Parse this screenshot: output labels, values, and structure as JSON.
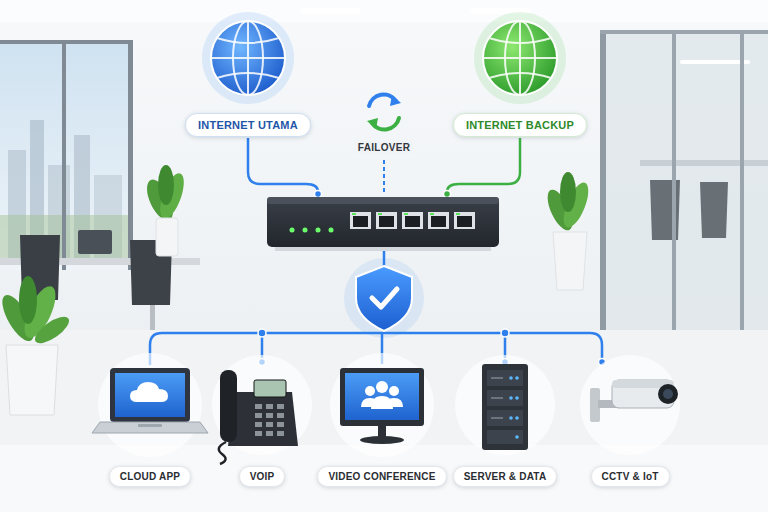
{
  "diagram": {
    "nodes": [
      {
        "text": [
          "INTERNET UTAMA"
        ]
      },
      {
        "text": [
          "INTERNET BACKUP"
        ]
      },
      {
        "text": [
          "CLOUD APP"
        ]
      },
      {
        "text": [
          "VOIP"
        ]
      },
      {
        "text": [
          "VIDEO CONFERENCE"
        ]
      },
      {
        "text": [
          "SERVER & DATA"
        ]
      },
      {
        "text": [
          "CCTV & IoT"
        ]
      }
    ],
    "labels": [
      "FAILOVER"
    ]
  }
}
